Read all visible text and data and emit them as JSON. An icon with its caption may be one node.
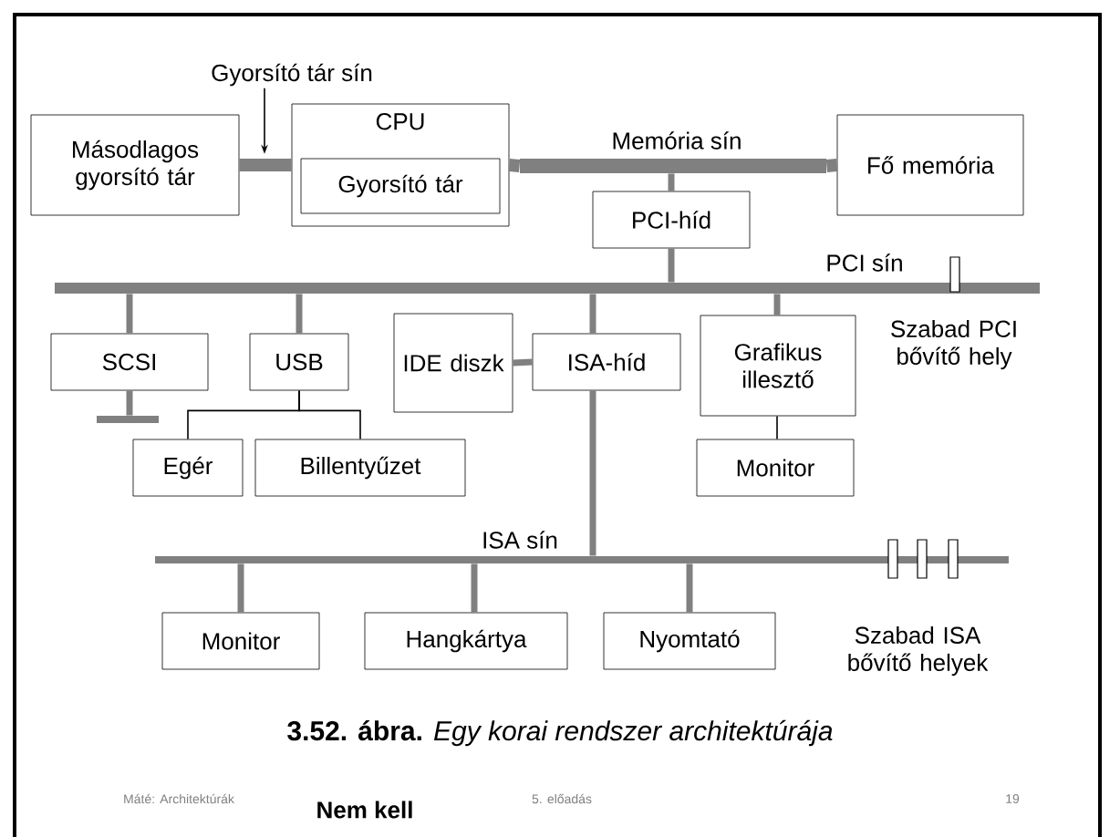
{
  "diagram": {
    "caption": "**3.52. ábra.** *Egy korai rendszer architektúrája*",
    "nodes": [
      {
        "text": [
          "Másodlagos gyorsító tár"
        ]
      },
      {
        "text": [
          "CPU"
        ]
      },
      {
        "text": [
          "Gyorsító tár"
        ],
        "in": 1
      },
      {
        "text": [
          "Fő memória"
        ]
      },
      {
        "text": [
          "Memória sín"
        ]
      },
      {
        "text": [
          "PCI-híd"
        ]
      },
      {
        "text": [
          "PCI sín"
        ]
      },
      {
        "text": [
          "SCSI"
        ]
      },
      {
        "text": [
          "USB"
        ]
      },
      {
        "text": [
          "IDE diszk"
        ]
      },
      {
        "text": [
          "ISA-híd"
        ]
      },
      {
        "text": [
          "Grafikus illesztő"
        ]
      },
      {
        "text": [
          "Egér"
        ]
      },
      {
        "text": [
          "Billentyűzet"
        ]
      },
      {
        "text": [
          "Monitor"
        ]
      },
      {
        "text": [
          "ISA sín"
        ]
      },
      {
        "text": [
          "Monitor"
        ]
      },
      {
        "text": [
          "Hangkártya"
        ]
      },
      {
        "text": [
          "Nyomtató"
        ]
      },
      {
        "text": [
          "Gyorsító tár sín"
        ]
      },
      {
        "text": [],
        "shape": "bar"
      }
    ],
    "edges": [
      {
        "from": 0,
        "to": 1,
        "arrow": "none",
        "style": "thick"
      },
      {
        "from": 19,
        "to": null,
        "arrow": "to",
        "color": "#000000"
      },
      {
        "from": 1,
        "to": 4,
        "arrow": "none",
        "style": "thick"
      },
      {
        "from": 4,
        "to": 3,
        "arrow": "none",
        "style": "thick"
      },
      {
        "from": 4,
        "to": 5,
        "arrow": "none"
      },
      {
        "from": 5,
        "to": 6,
        "arrow": "none"
      },
      {
        "from": 6,
        "to": 7,
        "arrow": "none"
      },
      {
        "from": 6,
        "to": 8,
        "arrow": "none"
      },
      {
        "from": 6,
        "to": 10,
        "arrow": "none"
      },
      {
        "from": 6,
        "to": 11,
        "arrow": "none"
      },
      {
        "from": 7,
        "to": 20,
        "arrow": "none"
      },
      {
        "from": 9,
        "to": 10,
        "arrow": "none"
      },
      {
        "from": 8,
        "to": 12,
        "arrow": "none",
        "color": "#000000"
      },
      {
        "from": 8,
        "to": 13,
        "arrow": "none",
        "color": "#000000"
      },
      {
        "from": 11,
        "to": 14,
        "arrow": "none",
        "color": "#000000"
      },
      {
        "from": 10,
        "to": 15,
        "arrow": "none"
      },
      {
        "from": 15,
        "to": 16,
        "arrow": "none"
      },
      {
        "from": 15,
        "to": 17,
        "arrow": "none"
      },
      {
        "from": 15,
        "to": 18,
        "arrow": "none"
      }
    ],
    "labels": [
      "Szabad PCI bővítő hely",
      "Szabad ISA bővítő helyek",
      "Máté: Architektúrák",
      "Nem kell",
      "5. előadás",
      "19"
    ]
  }
}
